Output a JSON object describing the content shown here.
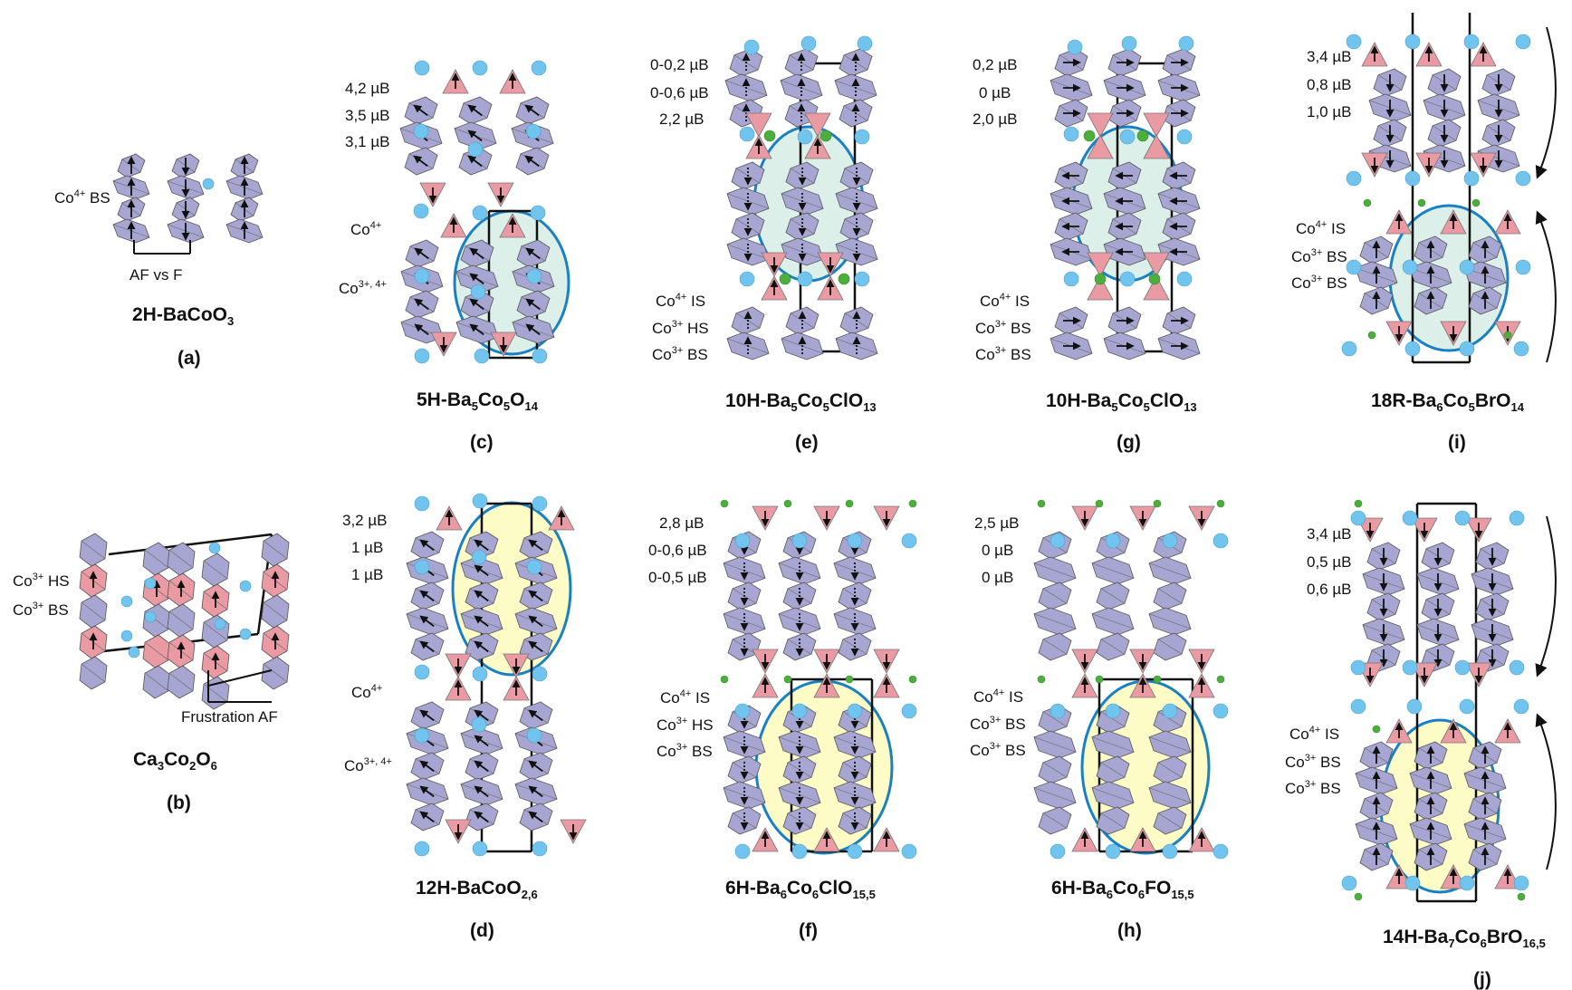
{
  "colors": {
    "octa_blue": "#a7a6d2",
    "octa_red": "#e99aa3",
    "ba_atom": "#71c4ed",
    "halogen_atom": "#4cae3d",
    "ellipse_stroke": "#1a80c4",
    "ellipse_fill_green": "#dcefe8",
    "ellipse_fill_yellow": "#fdfbc6"
  },
  "panels": [
    {
      "id": "a",
      "letter": "(a)",
      "name": {
        "pre": "2H-BaCoO",
        "s1": "3",
        "mid": "",
        "s2": "",
        "post": ""
      },
      "labels": [
        {
          "main": "Co",
          "sup": "4+",
          "rest": " BS"
        }
      ],
      "extra": "AF vs F",
      "moments": []
    },
    {
      "id": "b",
      "letter": "(b)",
      "name": {
        "pre": "Ca",
        "s1": "3",
        "mid": "Co",
        "s2": "2",
        "post": "O",
        "s3": "6"
      },
      "labels": [
        {
          "main": "Co",
          "sup": "3+",
          "rest": " HS"
        },
        {
          "main": "Co",
          "sup": "3+",
          "rest": " BS"
        }
      ],
      "extra": "Frustration AF",
      "moments": []
    },
    {
      "id": "c",
      "letter": "(c)",
      "name": {
        "pre": "5H-Ba",
        "s1": "5",
        "mid": "Co",
        "s2": "5",
        "post": "O",
        "s3": "14"
      },
      "moments": [
        "4,2 µB",
        "3,5 µB",
        "3,1 µB"
      ],
      "labels": [
        {
          "main": "Co",
          "sup": "4+",
          "rest": ""
        },
        {
          "main": "Co",
          "sup": "3+, 4+",
          "rest": ""
        }
      ]
    },
    {
      "id": "d",
      "letter": "(d)",
      "name": {
        "pre": "12H-BaCoO",
        "s1": "2,6",
        "mid": "",
        "s2": "",
        "post": ""
      },
      "moments": [
        "3,2 µB",
        "1 µB",
        "1 µB"
      ],
      "labels": [
        {
          "main": "Co",
          "sup": "4+",
          "rest": ""
        },
        {
          "main": "Co",
          "sup": "3+, 4+",
          "rest": ""
        }
      ]
    },
    {
      "id": "e",
      "letter": "(e)",
      "name": {
        "pre": "10H-Ba",
        "s1": "5",
        "mid": "Co",
        "s2": "5",
        "post": "ClO",
        "s3": "13"
      },
      "moments": [
        "0-0,2 µB",
        "0-0,6 µB",
        "2,2 µB"
      ],
      "labels": [
        {
          "main": "Co",
          "sup": "4+",
          "rest": " IS"
        },
        {
          "main": "Co",
          "sup": "3+",
          "rest": " HS"
        },
        {
          "main": "Co",
          "sup": "3+",
          "rest": " BS"
        }
      ]
    },
    {
      "id": "f",
      "letter": "(f)",
      "name": {
        "pre": "6H-Ba",
        "s1": "6",
        "mid": "Co",
        "s2": "6",
        "post": "ClO",
        "s3": "15,5"
      },
      "moments": [
        "2,8 µB",
        "0-0,6 µB",
        "0-0,5 µB"
      ],
      "labels": [
        {
          "main": "Co",
          "sup": "4+",
          "rest": " IS"
        },
        {
          "main": "Co",
          "sup": "3+",
          "rest": " HS"
        },
        {
          "main": "Co",
          "sup": "3+",
          "rest": " BS"
        }
      ]
    },
    {
      "id": "g",
      "letter": "(g)",
      "name": {
        "pre": "10H-Ba",
        "s1": "5",
        "mid": "Co",
        "s2": "5",
        "post": "ClO",
        "s3": "13"
      },
      "moments": [
        "0,2 µB",
        "0 µB",
        "2,0 µB"
      ],
      "labels": [
        {
          "main": "Co",
          "sup": "4+",
          "rest": " IS"
        },
        {
          "main": "Co",
          "sup": "3+",
          "rest": " BS"
        },
        {
          "main": "Co",
          "sup": "3+",
          "rest": " BS"
        }
      ]
    },
    {
      "id": "h",
      "letter": "(h)",
      "name": {
        "pre": "6H-Ba",
        "s1": "6",
        "mid": "Co",
        "s2": "6",
        "post": "FO",
        "s3": "15,5"
      },
      "moments": [
        "2,5 µB",
        "0 µB",
        "0 µB"
      ],
      "labels": [
        {
          "main": "Co",
          "sup": "4+",
          "rest": " IS"
        },
        {
          "main": "Co",
          "sup": "3+",
          "rest": " BS"
        },
        {
          "main": "Co",
          "sup": "3+",
          "rest": " BS"
        }
      ]
    },
    {
      "id": "i",
      "letter": "(i)",
      "name": {
        "pre": "18R-Ba",
        "s1": "6",
        "mid": "Co",
        "s2": "5",
        "post": "BrO",
        "s3": "14"
      },
      "moments": [
        "3,4 µB",
        "0,8 µB",
        "1,0 µB"
      ],
      "labels": [
        {
          "main": "Co",
          "sup": "4+",
          "rest": " IS"
        },
        {
          "main": "Co",
          "sup": "3+",
          "rest": " BS"
        },
        {
          "main": "Co",
          "sup": "3+",
          "rest": " BS"
        }
      ]
    },
    {
      "id": "j",
      "letter": "(j)",
      "name": {
        "pre": "14H-Ba",
        "s1": "7",
        "mid": "Co",
        "s2": "6",
        "post": "BrO",
        "s3": "16,5"
      },
      "moments": [
        "3,4 µB",
        "0,5 µB",
        "0,6 µB"
      ],
      "labels": [
        {
          "main": "Co",
          "sup": "4+",
          "rest": " IS"
        },
        {
          "main": "Co",
          "sup": "3+",
          "rest": " BS"
        },
        {
          "main": "Co",
          "sup": "3+",
          "rest": " BS"
        }
      ]
    }
  ]
}
